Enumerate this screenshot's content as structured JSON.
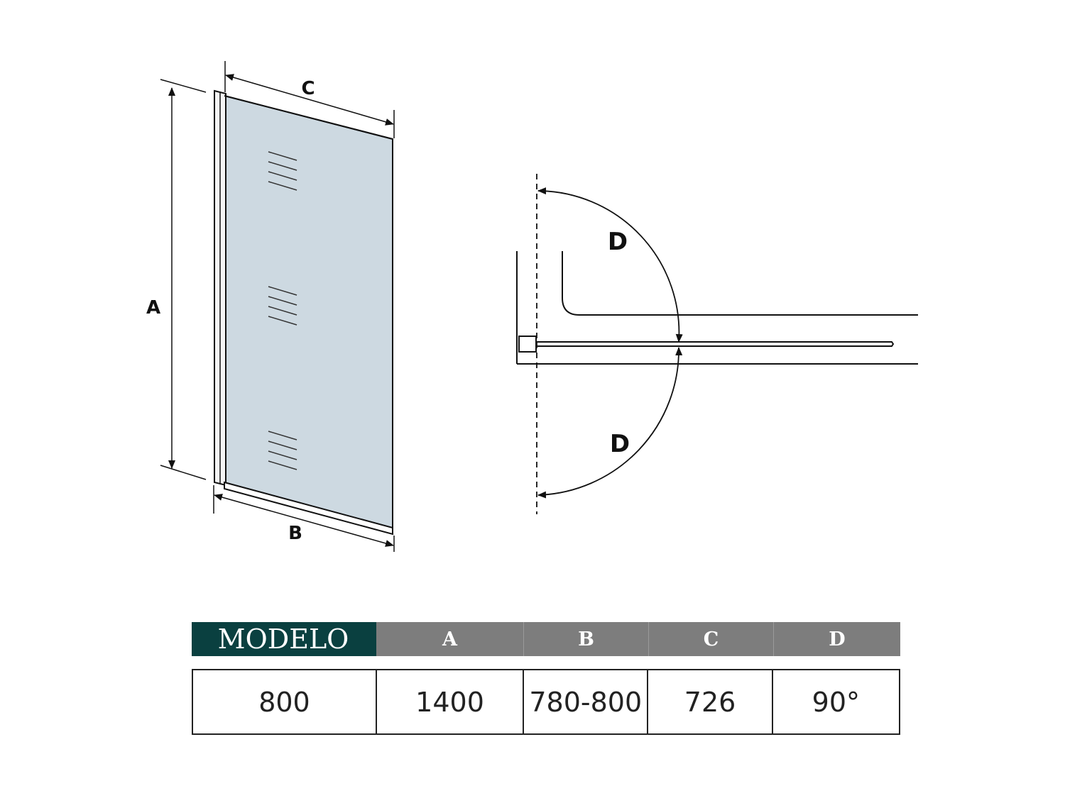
{
  "diagram": {
    "labels": {
      "height": "A",
      "bottom_width": "B",
      "top_width": "C",
      "angle_upper": "D",
      "angle_lower": "D"
    },
    "colors": {
      "glass": "#cdd9e1",
      "line": "#111111",
      "header_model": "#0a4040",
      "header_param": "#7d7d7d"
    }
  },
  "table": {
    "headers": [
      "MODELO",
      "A",
      "B",
      "C",
      "D"
    ],
    "rows": [
      [
        "800",
        "1400",
        "780-800",
        "726",
        "90°"
      ]
    ]
  }
}
